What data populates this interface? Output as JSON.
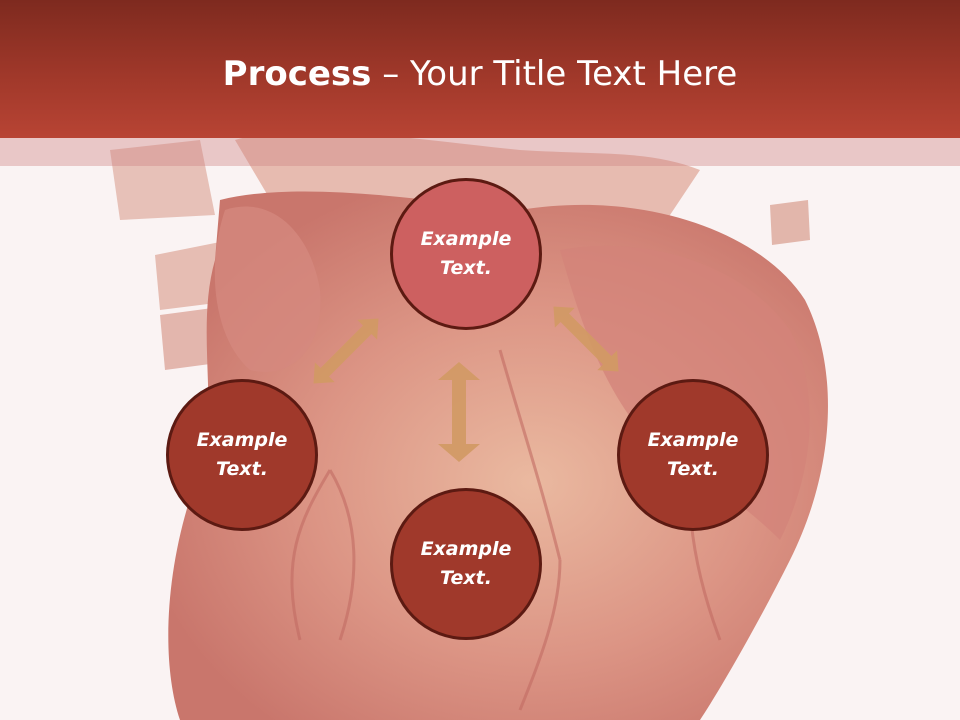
{
  "slide": {
    "title_bold": "Process",
    "title_dash": " – ",
    "title_rest": "Your Title Text Here"
  },
  "nodes": {
    "top": "Example Text.",
    "left": "Example Text.",
    "right": "Example Text.",
    "bottom": "Example Text."
  },
  "colors": {
    "header": "#a0382a",
    "node_dark": "#a0392b",
    "node_light": "#cd6060",
    "arrow": "#d29a64",
    "background": "#faf3f3"
  }
}
